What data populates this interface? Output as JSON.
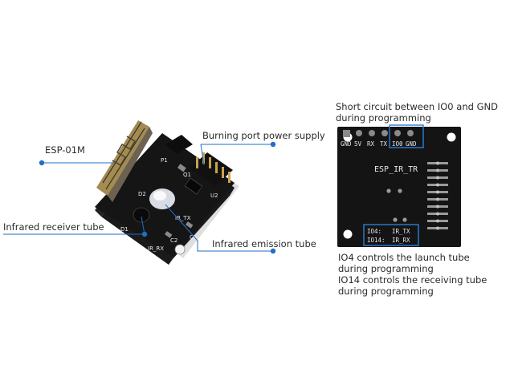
{
  "callouts": {
    "esp01m": "ESP-01M",
    "burning_port": "Burning port power supply",
    "ir_receiver": "Infrared receiver tube",
    "ir_emission": "Infrared emission tube"
  },
  "top_note": {
    "line1": "Short circuit between IO0 and GND",
    "line2": "during programming"
  },
  "bottom_note": {
    "line1": "IO4 controls the launch tube",
    "line2": "during programming",
    "line3": "IO14 controls the receiving tube",
    "line4": "during programming"
  },
  "front_board": {
    "pin1": "P1",
    "q1": "Q1",
    "u2": "U2",
    "d2": "D2",
    "ir_tx": "IR_TX",
    "d1": "D1",
    "c2": "C2",
    "c1": "C1",
    "ir_rx": "IR_RX"
  },
  "back_board": {
    "pins": [
      "GND",
      "5V",
      "RX",
      "TX",
      "IO0",
      "GND"
    ],
    "title": "ESP_IR_TR",
    "io4": "IO4:",
    "io4_val": "IR_TX",
    "io14": "IO14:",
    "io14_val": "IR_RX"
  },
  "colors": {
    "callout_line": "#1f6fc6",
    "callout_dot": "#1f6fc6",
    "board": "#141414",
    "highlight_box": "#2a7fd8"
  }
}
